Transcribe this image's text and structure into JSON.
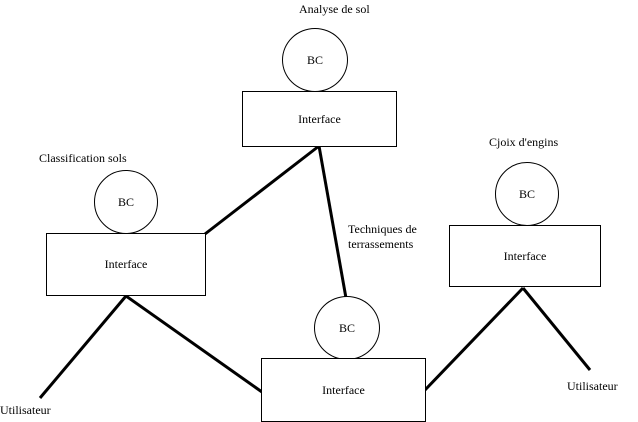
{
  "nodes": {
    "analyse": {
      "title": "Analyse de sol",
      "bc": "BC",
      "interface": "Interface"
    },
    "classification": {
      "title": "Classification sols",
      "bc": "BC",
      "interface": "Interface"
    },
    "engins": {
      "title": "Cjoix d'engins",
      "bc": "BC",
      "interface": "Interface"
    },
    "terrassements": {
      "title_line1": "Techniques de",
      "title_line2": "terrassements",
      "bc": "BC",
      "interface": "Interface"
    }
  },
  "users": {
    "left": "Utilisateur",
    "right": "Utilisateur"
  },
  "colors": {
    "line": "#000000",
    "background": "#ffffff"
  }
}
